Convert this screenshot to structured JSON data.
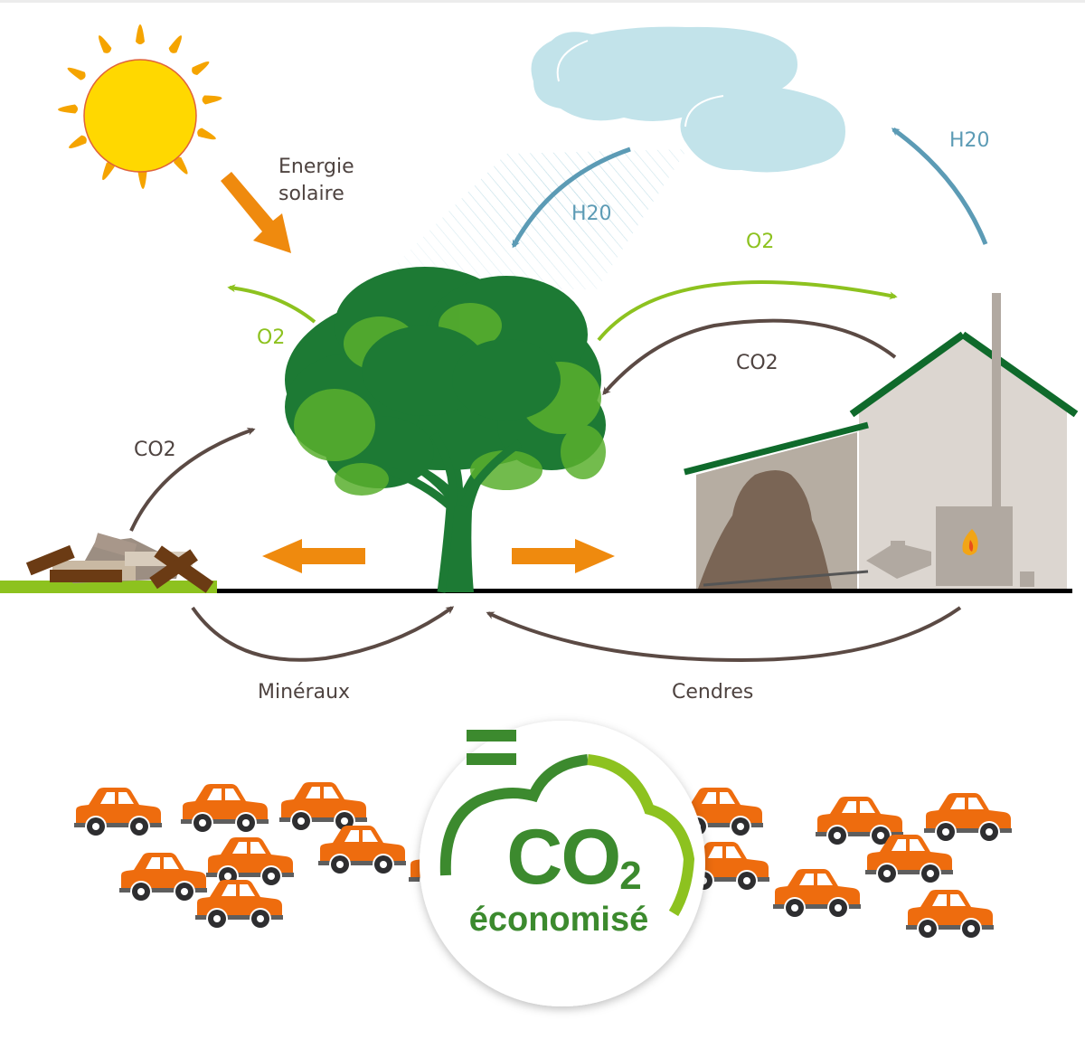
{
  "labels": {
    "solar_energy_line1": "Energie",
    "solar_energy_line2": "solaire",
    "rain_h2o": "H20",
    "evap_h2o": "H20",
    "o2_left": "O2",
    "o2_right": "O2",
    "co2_right": "CO2",
    "co2_left": "CO2",
    "minerals": "Minéraux",
    "ashes": "Cendres"
  },
  "badge": {
    "equals": "=",
    "title": "CO",
    "subscript": "2",
    "subtitle": "économisé"
  },
  "colors": {
    "sun": "#ffd800",
    "sun_rays": "#f5a400",
    "solar_arrow": "#ef8a0e",
    "cloud": "#c2e3ea",
    "water_arrow": "#5c9bb5",
    "o2_arrow": "#8dc21f",
    "co2_arrow": "#5b4a44",
    "tree_dark": "#1d7a34",
    "tree_light": "#5ab02e",
    "roof": "#0f6a2b",
    "building": "#dcd6d0",
    "shed": "#b6ada2",
    "wood_pile": "#7a6555",
    "ground": "#000000",
    "grass": "#8dc21f",
    "car": "#ee6c0e",
    "badge_green": "#3c8a2e",
    "badge_light_green": "#8dc21f"
  }
}
